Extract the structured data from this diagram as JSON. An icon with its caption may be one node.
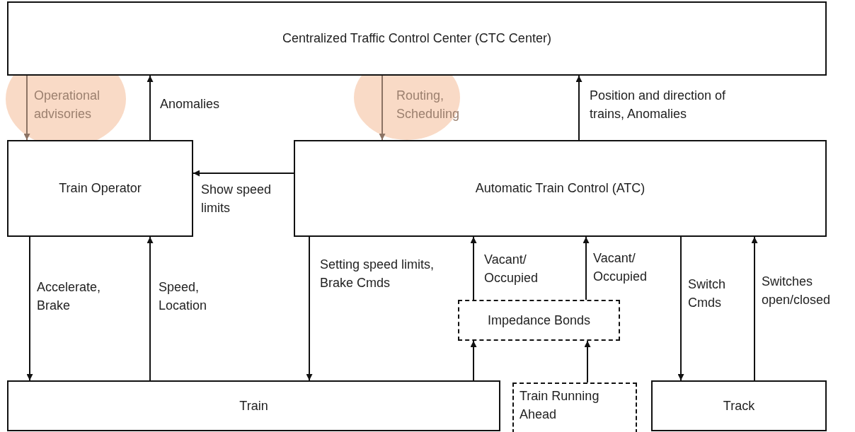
{
  "diagram": {
    "nodes": [
      {
        "text": [
          "Centralized Traffic Control Center (CTC Center)"
        ]
      },
      {
        "text": [
          "Train Operator"
        ]
      },
      {
        "text": [
          "Automatic Train Control (ATC)"
        ]
      },
      {
        "text": [
          "Impedance Bonds"
        ]
      },
      {
        "text": [
          "Train"
        ]
      },
      {
        "text": [
          "Train Running Ahead"
        ]
      },
      {
        "text": [
          "Track"
        ]
      }
    ],
    "edges": [
      {
        "from": 0,
        "to": 1,
        "arrow": "to",
        "label": "Operational advisories",
        "color": "#8c7364"
      },
      {
        "from": 1,
        "to": 0,
        "arrow": "to",
        "label": "Anomalies"
      },
      {
        "from": 0,
        "to": 2,
        "arrow": "to",
        "label": "Routing, Scheduling",
        "color": "#8c7364"
      },
      {
        "from": 2,
        "to": 0,
        "arrow": "to",
        "label": "Position and direction of trains, Anomalies"
      },
      {
        "from": 2,
        "to": 1,
        "arrow": "to",
        "label": "Show speed limits"
      },
      {
        "from": 1,
        "to": 4,
        "arrow": "to",
        "label": "Accelerate, Brake"
      },
      {
        "from": 4,
        "to": 1,
        "arrow": "to",
        "label": "Speed, Location"
      },
      {
        "from": 2,
        "to": 4,
        "arrow": "to",
        "label": "Setting speed limits, Brake Cmds"
      },
      {
        "from": 3,
        "to": 2,
        "arrow": "to",
        "label": "Vacant/ Occupied"
      },
      {
        "from": 3,
        "to": 2,
        "arrow": "to",
        "label": "Vacant/ Occupied"
      },
      {
        "from": 4,
        "to": 3,
        "arrow": "to"
      },
      {
        "from": 5,
        "to": 3,
        "arrow": "to"
      },
      {
        "from": 2,
        "to": 6,
        "arrow": "to",
        "label": "Switch Cmds"
      },
      {
        "from": 6,
        "to": 2,
        "arrow": "to",
        "label": "Switches open/closed"
      }
    ]
  }
}
